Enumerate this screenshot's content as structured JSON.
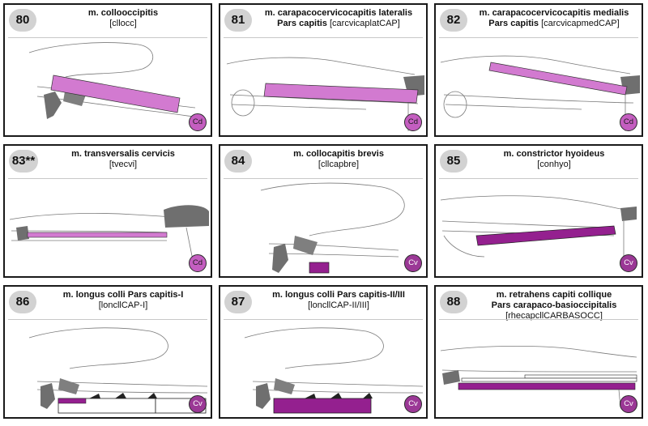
{
  "colors": {
    "light_muscle": "#d27ad0",
    "dark_muscle": "#94208f",
    "bone": "#6f6f6f",
    "outline": "#7a7a7a"
  },
  "panels": [
    {
      "number": "80",
      "title": "m. collooccipitis",
      "title2": "",
      "abbr": "[cllocc]",
      "corner": "Cd",
      "muscle_tone": "light",
      "corner_bg": "#b455b0"
    },
    {
      "number": "81",
      "title": "m. carapacocervicocapitis lateralis",
      "title2": "Pars capitis",
      "abbr": "[carcvicaplatCAP]",
      "corner": "Cd",
      "muscle_tone": "light",
      "corner_bg": "#b455b0"
    },
    {
      "number": "82",
      "title": "m. carapacocervicocapitis medialis",
      "title2": "Pars capitis",
      "abbr": "[carcvicapmedCAP]",
      "corner": "Cd",
      "muscle_tone": "light",
      "corner_bg": "#b455b0"
    },
    {
      "number": "83**",
      "title": "m. transversalis cervicis",
      "title2": "",
      "abbr": "[tvecvi]",
      "corner": "Cd",
      "muscle_tone": "light",
      "corner_bg": "#b455b0"
    },
    {
      "number": "84",
      "title": "m. collocapitis brevis",
      "title2": "",
      "abbr": "[cllcapbre]",
      "corner": "Cv",
      "muscle_tone": "dark",
      "corner_bg": "#8a2a86"
    },
    {
      "number": "85",
      "title": "m. constrictor hyoideus",
      "title2": "",
      "abbr": "[conhyo]",
      "corner": "Cv",
      "muscle_tone": "dark",
      "corner_bg": "#8a2a86"
    },
    {
      "number": "86",
      "title": "m. longus colli Pars capitis-I",
      "title2": "",
      "abbr": "[loncllCAP-I]",
      "corner": "Cv",
      "muscle_tone": "dark",
      "corner_bg": "#8a2a86"
    },
    {
      "number": "87",
      "title": "m. longus colli Pars capitis-II/III",
      "title2": "",
      "abbr": "[loncllCAP-II/III]",
      "corner": "Cv",
      "muscle_tone": "dark",
      "corner_bg": "#8a2a86"
    },
    {
      "number": "88",
      "title": "m. retrahens capiti collique",
      "title2": "Pars carapaco-basioccipitalis",
      "abbr": "[rhecapcllCARBASOCC]",
      "corner": "Cv",
      "muscle_tone": "dark",
      "corner_bg": "#8a2a86"
    }
  ]
}
